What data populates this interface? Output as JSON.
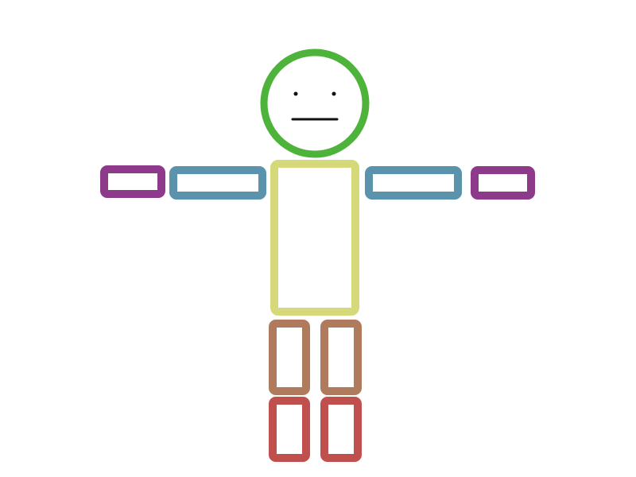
{
  "figure": {
    "colors": {
      "head": "#4db33a",
      "face": "#111111",
      "torso": "#d6d97a",
      "upper_arm": "#5b93ad",
      "forearm": "#8e3a8a",
      "thigh": "#b07a5c",
      "shin": "#c0504d",
      "background": "#ffffff"
    },
    "parts": [
      {
        "name": "head",
        "shape": "circle",
        "color_key": "head"
      },
      {
        "name": "left-eye",
        "shape": "dot",
        "color_key": "face"
      },
      {
        "name": "right-eye",
        "shape": "dot",
        "color_key": "face"
      },
      {
        "name": "mouth",
        "shape": "line",
        "color_key": "face"
      },
      {
        "name": "torso",
        "shape": "rect",
        "color_key": "torso"
      },
      {
        "name": "left-upper-arm",
        "shape": "rect",
        "color_key": "upper_arm"
      },
      {
        "name": "right-upper-arm",
        "shape": "rect",
        "color_key": "upper_arm"
      },
      {
        "name": "left-forearm",
        "shape": "rect",
        "color_key": "forearm"
      },
      {
        "name": "right-forearm",
        "shape": "rect",
        "color_key": "forearm"
      },
      {
        "name": "left-thigh",
        "shape": "rect",
        "color_key": "thigh"
      },
      {
        "name": "right-thigh",
        "shape": "rect",
        "color_key": "thigh"
      },
      {
        "name": "left-shin",
        "shape": "rect",
        "color_key": "shin"
      },
      {
        "name": "right-shin",
        "shape": "rect",
        "color_key": "shin"
      }
    ]
  }
}
